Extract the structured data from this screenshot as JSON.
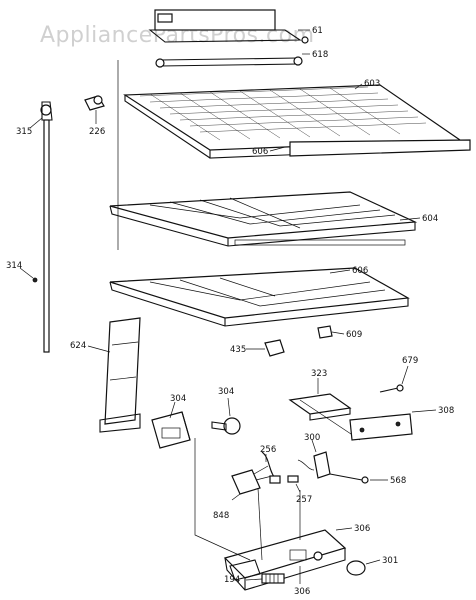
{
  "watermark": "AppliancePartsPros.com",
  "callouts": {
    "c603": "603",
    "c606a": "606",
    "c604": "604",
    "c606b": "606",
    "c618": "618",
    "c226": "226",
    "c315": "315",
    "c314": "314",
    "c624": "624",
    "c435": "435",
    "c609": "609",
    "c304a": "304",
    "c304b": "304",
    "c323": "323",
    "c679": "679",
    "c308": "308",
    "c256": "256",
    "c300": "300",
    "c257": "257",
    "c568": "568",
    "c848": "848",
    "c306a": "306",
    "c301": "301",
    "c306b": "306",
    "c194": "194",
    "c61": "61"
  }
}
